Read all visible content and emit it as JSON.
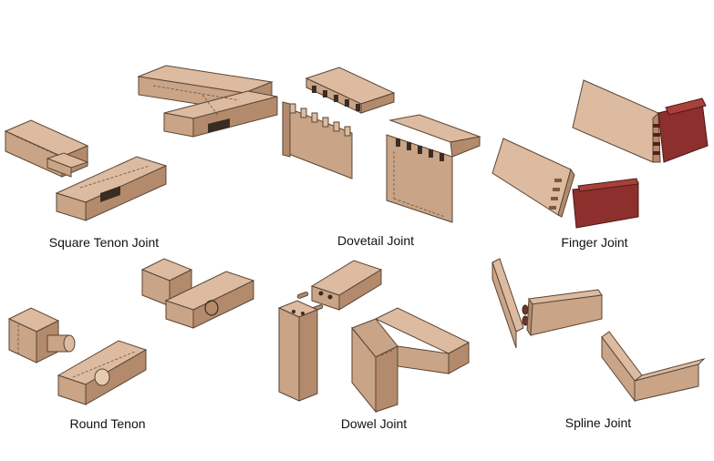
{
  "captions": {
    "square_tenon": "Square Tenon Joint",
    "dovetail": "Dovetail Joint",
    "finger": "Finger Joint",
    "round_tenon": "Round Tenon",
    "dowel": "Dowel Joint",
    "spline": "Spline Joint"
  },
  "colors": {
    "wood": "#c9a486",
    "finger_accent": "#8d2f2c"
  }
}
